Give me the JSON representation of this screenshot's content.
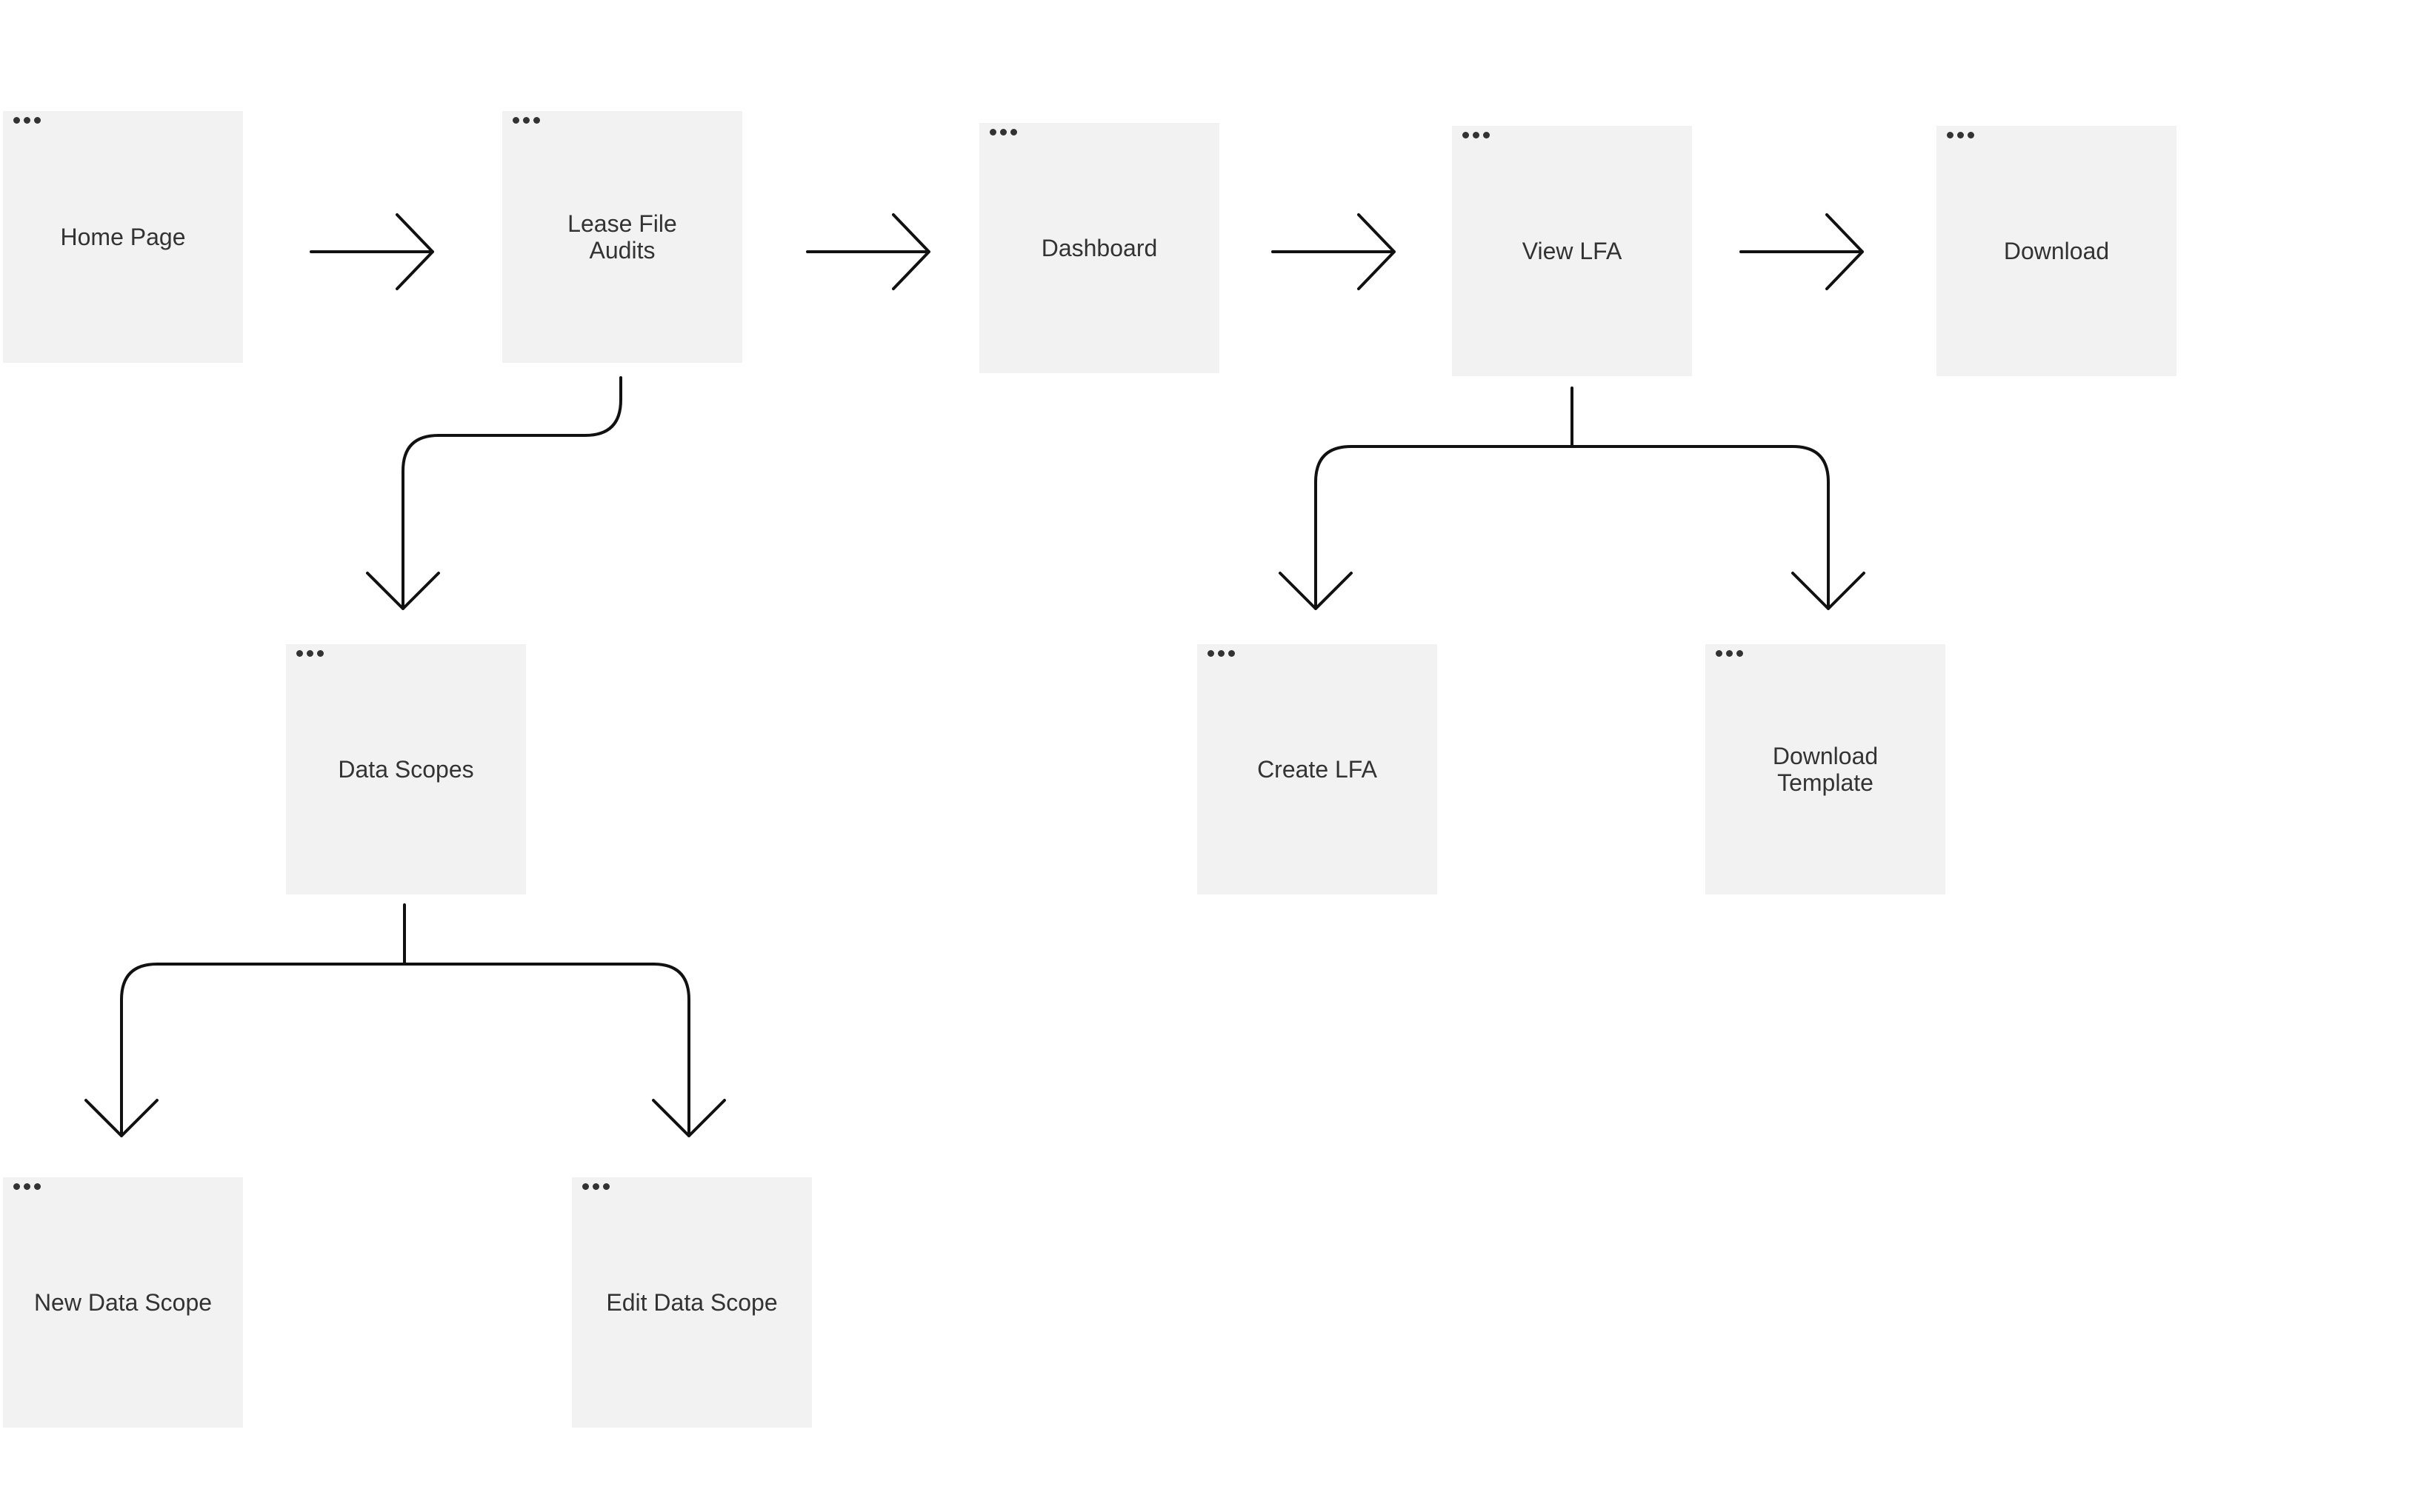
{
  "diagram": {
    "nodes": {
      "home_page": "Home Page",
      "lease_file_audits": "Lease File\nAudits",
      "dashboard": "Dashboard",
      "view_lfa": "View LFA",
      "download": "Download",
      "data_scopes": "Data Scopes",
      "create_lfa": "Create LFA",
      "download_template": "Download\nTemplate",
      "new_data_scope": "New Data Scope",
      "edit_data_scope": "Edit Data Scope"
    },
    "edges": [
      {
        "from": "Home Page",
        "to": "Lease File Audits"
      },
      {
        "from": "Lease File Audits",
        "to": "Dashboard"
      },
      {
        "from": "Dashboard",
        "to": "View LFA"
      },
      {
        "from": "View LFA",
        "to": "Download"
      },
      {
        "from": "Lease File Audits",
        "to": "Data Scopes"
      },
      {
        "from": "View LFA",
        "to": "Create LFA"
      },
      {
        "from": "View LFA",
        "to": "Download Template"
      },
      {
        "from": "Data Scopes",
        "to": "New Data Scope"
      },
      {
        "from": "Data Scopes",
        "to": "Edit Data Scope"
      }
    ],
    "colors": {
      "node_fill": "#f2f2f2",
      "text": "#333333",
      "connector": "#111111",
      "background": "#ffffff"
    }
  }
}
